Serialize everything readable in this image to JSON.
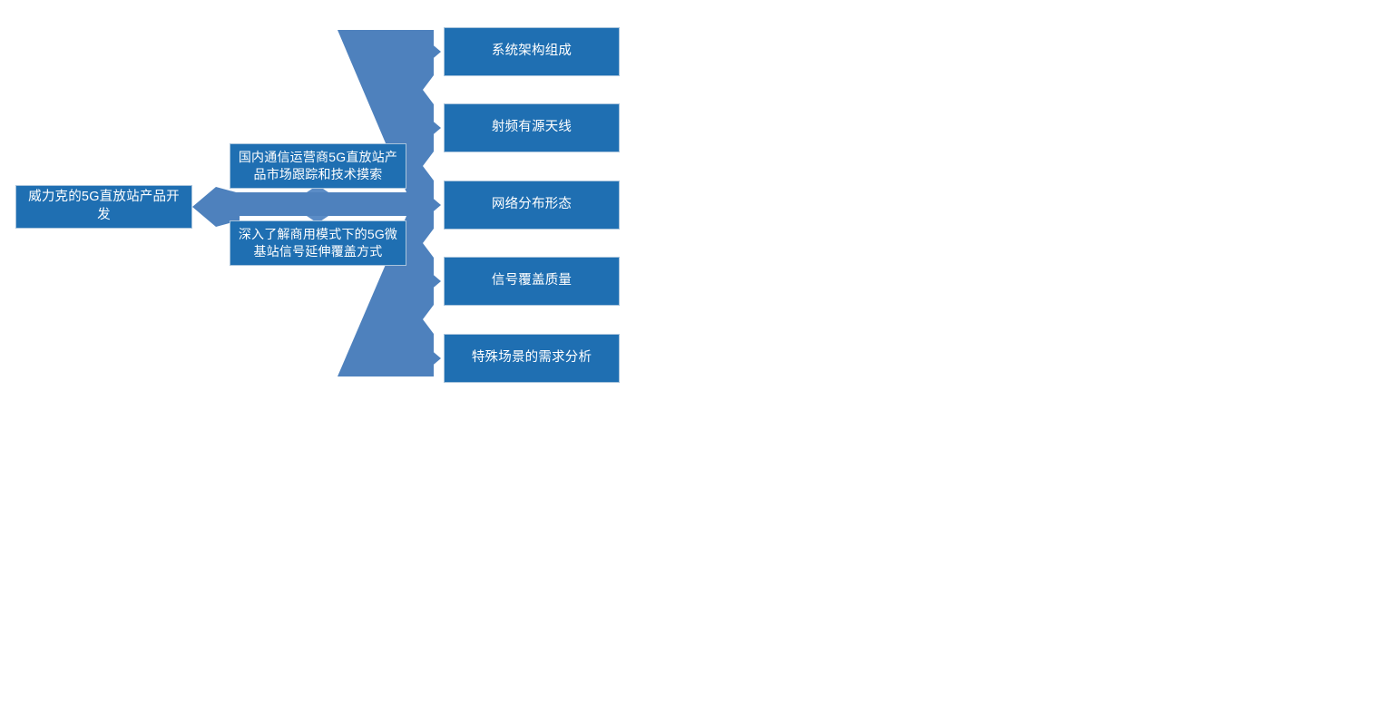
{
  "diagram": {
    "type": "hierarchy-funnel-flow",
    "title_node": {
      "id": "root",
      "label": "威力克的5G直放站产品开发"
    },
    "colors": {
      "node_fill": "#1F6FB2",
      "node_border": "#A9C4DC",
      "connector_fill": "#4E81BD",
      "text": "#FFFFFF",
      "background": "#FFFFFF"
    },
    "branches": [
      {
        "id": "branch-1",
        "label": "国内通信运营商5G直放站产\n品市场跟踪和技术摸索"
      },
      {
        "id": "branch-2",
        "label": "深入了解商用模式下的5G微\n基站信号延伸覆盖方式"
      }
    ],
    "leaves": [
      {
        "id": "leaf-1",
        "label": "系统架构组成"
      },
      {
        "id": "leaf-2",
        "label": "射频有源天线"
      },
      {
        "id": "leaf-3",
        "label": "网络分布形态"
      },
      {
        "id": "leaf-4",
        "label": "信号覆盖质量"
      },
      {
        "id": "leaf-5",
        "label": "特殊场景的需求分析"
      }
    ]
  }
}
